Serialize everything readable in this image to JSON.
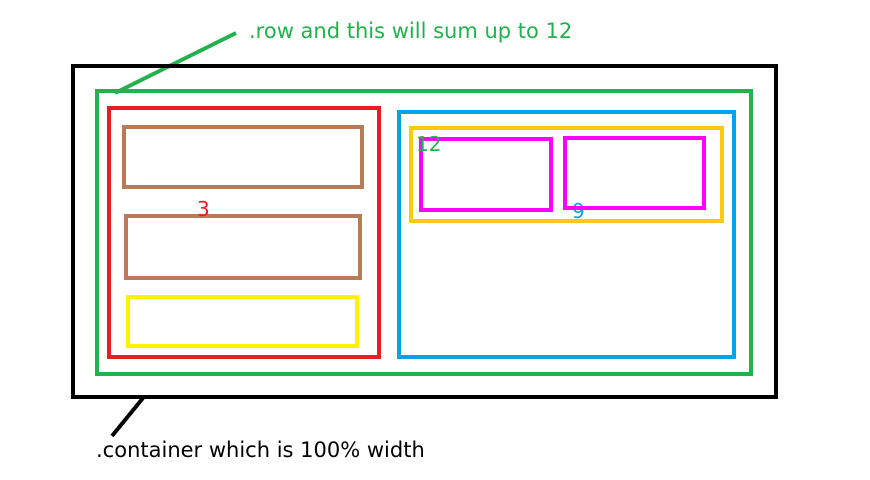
{
  "annotations": {
    "row_label": ".row and this will sum up to 12",
    "container_label": ".container which is 100% width"
  },
  "column_labels": {
    "left_col": "3",
    "right_col": "9",
    "nested_row": "12"
  },
  "colors": {
    "container": "#000000",
    "row": "#22b14c",
    "left_column": "#ed1c24",
    "right_column": "#00a2e8",
    "nested_row": "#ffc90e",
    "nested_columns": "#ff00ff",
    "left_inner_blocks": "#b97a57",
    "left_bottom_block": "#fff200"
  }
}
